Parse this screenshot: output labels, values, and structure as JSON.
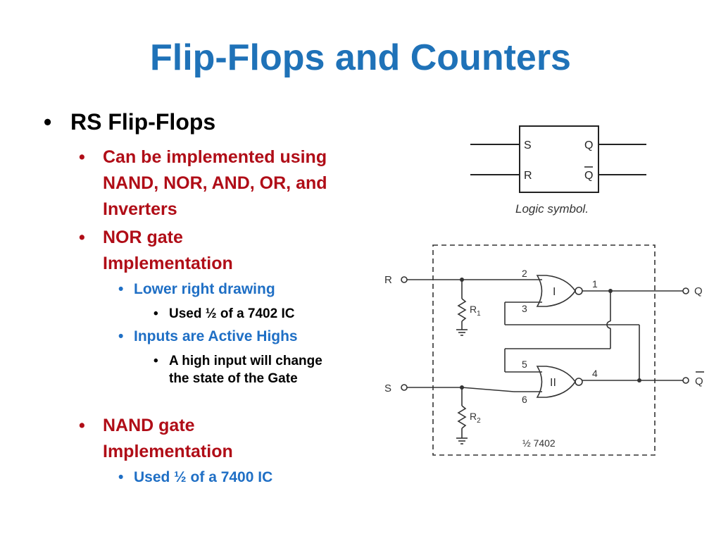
{
  "colors": {
    "title": "#1f72b8",
    "level2": "#b00d17",
    "level3": "#1f6fc5",
    "text": "#000000"
  },
  "slide": {
    "title": "Flip-Flops and Counters",
    "bullets": {
      "rs": "RS Flip-Flops",
      "impl": "Can be implemented using NAND, NOR, AND, OR, and Inverters",
      "nor": "NOR gate Implementation",
      "lower_right": "Lower right drawing",
      "used_7402": "Used ½ of a 7402 IC",
      "active_highs": "Inputs are Active Highs",
      "high_input": "A high input will change the state of the Gate",
      "nand": "NAND gate Implementation",
      "used_7400": "Used ½ of a 7400 IC"
    }
  },
  "logic_symbol": {
    "pin_s": "S",
    "pin_r": "R",
    "pin_q": "Q",
    "pin_qbar": "Q",
    "caption": "Logic symbol."
  },
  "schematic": {
    "input_r": "R",
    "input_s": "S",
    "output_q": "Q",
    "output_qbar": "Q",
    "pin_2": "2",
    "pin_3": "3",
    "pin_1": "1",
    "pin_5": "5",
    "pin_6": "6",
    "pin_4": "4",
    "gate_1": "I",
    "gate_2": "II",
    "resistor_1": "R",
    "resistor_1_sub": "1",
    "resistor_2": "R",
    "resistor_2_sub": "2",
    "chip_label": "½ 7402"
  }
}
